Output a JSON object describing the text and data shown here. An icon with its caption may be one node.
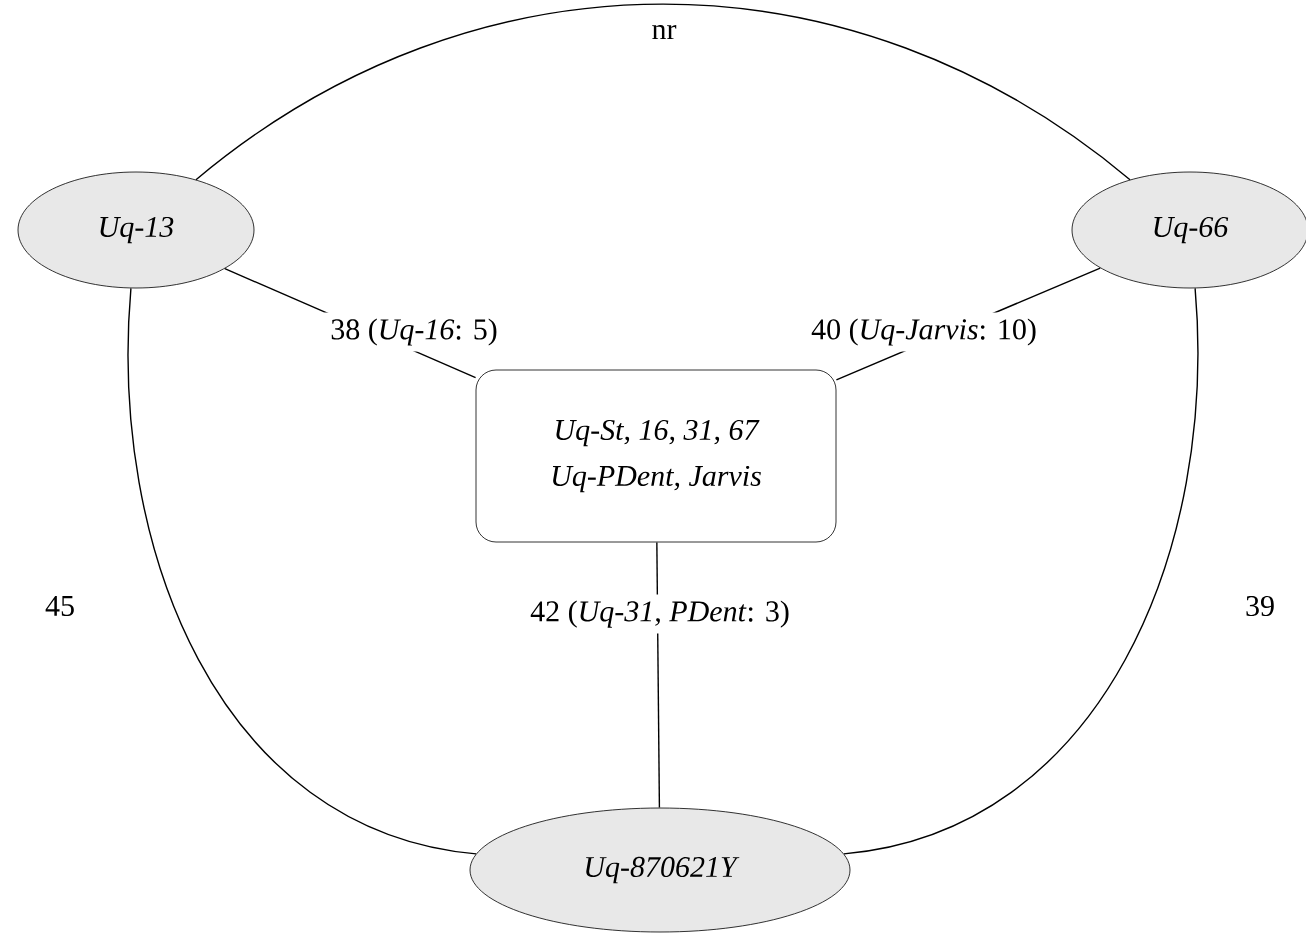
{
  "diagram": {
    "nodes": [
      {
        "text": [
          "Uq-13"
        ]
      },
      {
        "text": [
          "Uq-66"
        ]
      },
      {
        "text": [
          "Uq-St, 16, 31, 67",
          "Uq-PDent, Jarvis"
        ]
      },
      {
        "text": [
          "Uq-870621Y"
        ]
      }
    ],
    "edges": [
      {
        "from": 0,
        "to": 1,
        "arrow": "none",
        "label": "nr"
      },
      {
        "from": 0,
        "to": 2,
        "arrow": "none",
        "label": "38 (*Uq-16*: 5)"
      },
      {
        "from": 1,
        "to": 2,
        "arrow": "none",
        "label": "40 (*Uq-Jarvis*: 10)"
      },
      {
        "from": 2,
        "to": 3,
        "arrow": "none",
        "label": "42 (*Uq-31, PDent*: 3)"
      },
      {
        "from": 0,
        "to": 3,
        "arrow": "none",
        "label": "45"
      },
      {
        "from": 1,
        "to": 3,
        "arrow": "none",
        "label": "39"
      }
    ]
  }
}
